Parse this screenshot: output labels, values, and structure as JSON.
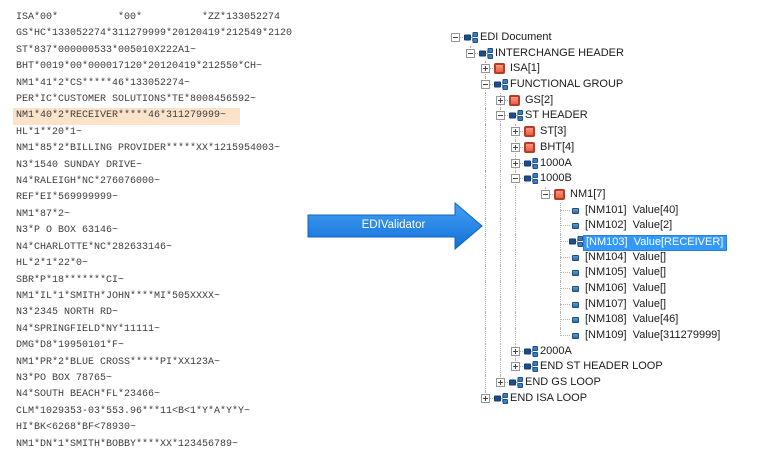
{
  "edi_document": {
    "highlighted_index": 6,
    "lines": [
      "ISA*00*          *00*          *ZZ*133052274",
      "GS*HC*133052274*311279999*20120419*212549*2120",
      "ST*837*000000533*005010X222A1~",
      "BHT*0019*00*000017120*20120419*212550*CH~",
      "NM1*41*2*CS*****46*133052274~",
      "PER*IC*CUSTOMER SOLUTIONS*TE*8008456592~",
      "NM1*40*2*RECEIVER*****46*311279999~",
      "HL*1**20*1~",
      "NM1*85*2*BILLING PROVIDER*****XX*1215954003~",
      "N3*1540 SUNDAY DRIVE~",
      "N4*RALEIGH*NC*276076000~",
      "REF*EI*569999999~",
      "NM1*87*2~",
      "N3*P O BOX 63146~",
      "N4*CHARLOTTE*NC*282633146~",
      "HL*2*1*22*0~",
      "SBR*P*18*******CI~",
      "NM1*IL*1*SMITH*JOHN****MI*505XXXX~",
      "N3*2345 NORTH RD~",
      "N4*SPRINGFIELD*NY*11111~",
      "DMG*D8*19950101*F~",
      "NM1*PR*2*BLUE CROSS*****PI*XX123A~",
      "N3*PO BOX 78765~",
      "N4*SOUTH BEACH*FL*23466~",
      "CLM*1029353-03*553.96***11<B<1*Y*A*Y*Y~",
      "HI*BK<6268*BF<78930~",
      "NM1*DN*1*SMITH*BOBBY****XX*123456789~"
    ]
  },
  "arrow": {
    "label": "EDIValidator"
  },
  "tree": {
    "nodes": [
      {
        "label": "EDI Document",
        "level": 0,
        "icon": "loop",
        "expander": "minus",
        "selected": false
      },
      {
        "label": "INTERCHANGE HEADER",
        "level": 1,
        "icon": "loop",
        "expander": "minus",
        "selected": false
      },
      {
        "label": "ISA[1]",
        "level": 2,
        "icon": "segment",
        "expander": "plus",
        "selected": false
      },
      {
        "label": "FUNCTIONAL GROUP",
        "level": 2,
        "icon": "loop",
        "expander": "minus",
        "selected": false
      },
      {
        "label": "GS[2]",
        "level": 3,
        "icon": "segment",
        "expander": "plus",
        "selected": false
      },
      {
        "label": "ST HEADER",
        "level": 3,
        "icon": "loop",
        "expander": "minus",
        "selected": false
      },
      {
        "label": "ST[3]",
        "level": 4,
        "icon": "segment",
        "expander": "plus",
        "selected": false
      },
      {
        "label": "BHT[4]",
        "level": 4,
        "icon": "segment",
        "expander": "plus",
        "selected": false
      },
      {
        "label": "1000A",
        "level": 4,
        "icon": "loop",
        "expander": "plus",
        "selected": false
      },
      {
        "label": "1000B",
        "level": 4,
        "icon": "loop",
        "expander": "minus",
        "selected": false
      },
      {
        "label": "NM1[7]",
        "level": 6,
        "icon": "segment",
        "expander": "minus",
        "selected": false
      },
      {
        "label": "[NM101]  Value[40]",
        "level": 7,
        "icon": "element",
        "expander": "none",
        "selected": false
      },
      {
        "label": "[NM102]  Value[2]",
        "level": 7,
        "icon": "element",
        "expander": "none",
        "selected": false
      },
      {
        "label": "[NM103]  Value[RECEIVER]",
        "level": 7,
        "icon": "loop",
        "expander": "none",
        "selected": true
      },
      {
        "label": "[NM104]  Value[]",
        "level": 7,
        "icon": "element",
        "expander": "none",
        "selected": false
      },
      {
        "label": "[NM105]  Value[]",
        "level": 7,
        "icon": "element",
        "expander": "none",
        "selected": false
      },
      {
        "label": "[NM106]  Value[]",
        "level": 7,
        "icon": "element",
        "expander": "none",
        "selected": false
      },
      {
        "label": "[NM107]  Value[]",
        "level": 7,
        "icon": "element",
        "expander": "none",
        "selected": false
      },
      {
        "label": "[NM108]  Value[46]",
        "level": 7,
        "icon": "element",
        "expander": "none",
        "selected": false
      },
      {
        "label": "[NM109]  Value[311279999]",
        "level": 7,
        "icon": "element",
        "expander": "none",
        "selected": false
      },
      {
        "label": "2000A",
        "level": 4,
        "icon": "loop",
        "expander": "plus",
        "selected": false
      },
      {
        "label": "END ST HEADER LOOP",
        "level": 4,
        "icon": "loop",
        "expander": "plus",
        "selected": false
      },
      {
        "label": "END GS LOOP",
        "level": 3,
        "icon": "loop",
        "expander": "plus",
        "selected": false
      },
      {
        "label": "END ISA LOOP",
        "level": 2,
        "icon": "loop",
        "expander": "plus",
        "selected": false
      }
    ]
  },
  "colors": {
    "highlight": "#fbe3c9",
    "selection": "#3399ff",
    "arrow_top": "#44a0f2",
    "arrow_bottom": "#1170da",
    "segment_icon": "#ec5f41",
    "element_icon": "#2e6db4"
  }
}
